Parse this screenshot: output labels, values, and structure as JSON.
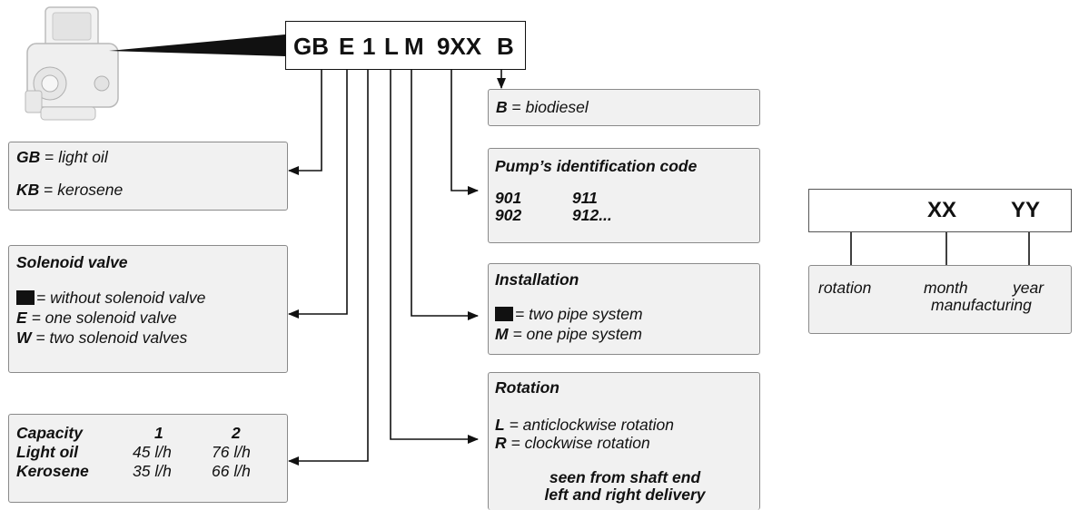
{
  "code": {
    "parts": [
      "GB",
      "E",
      "1",
      "L",
      "M",
      "9XX",
      "B"
    ]
  },
  "boxes": {
    "fuel": {
      "rows": [
        {
          "code": "GB",
          "eq": "=",
          "desc": "light oil"
        },
        {
          "code": "KB",
          "eq": "=",
          "desc": "kerosene"
        }
      ]
    },
    "solenoid": {
      "title": "Solenoid valve",
      "rows": [
        {
          "code": "",
          "desc": "= without solenoid valve"
        },
        {
          "code": "E",
          "desc": "= one solenoid valve"
        },
        {
          "code": "W",
          "desc": "= two solenoid valves"
        }
      ]
    },
    "capacity": {
      "header": [
        "Capacity",
        "1",
        "2"
      ],
      "rows": [
        [
          "Light oil",
          "45 l/h",
          "76 l/h"
        ],
        [
          "Kerosene",
          "35 l/h",
          "66 l/h"
        ]
      ]
    },
    "biodiesel": {
      "code": "B",
      "eq": "=",
      "desc": "biodiesel"
    },
    "pump_id": {
      "title": "Pump’s identification code",
      "rows": [
        [
          "901",
          "911"
        ],
        [
          "902",
          "912..."
        ]
      ]
    },
    "installation": {
      "title": "Installation",
      "rows": [
        {
          "code": "",
          "desc": "= two pipe system"
        },
        {
          "code": "M",
          "desc": "= one  pipe system"
        }
      ]
    },
    "rotation": {
      "title": "Rotation",
      "rows": [
        {
          "code": "L",
          "desc": "= anticlockwise rotation"
        },
        {
          "code": "R",
          "desc": "= clockwise rotation"
        }
      ],
      "note": [
        "seen from shaft end",
        "left and right delivery"
      ]
    }
  },
  "plate": {
    "xx": "XX",
    "yy": "YY",
    "labels": {
      "rotation": "rotation",
      "month": "month",
      "year": "year",
      "manufacturing": "manufacturing"
    }
  }
}
